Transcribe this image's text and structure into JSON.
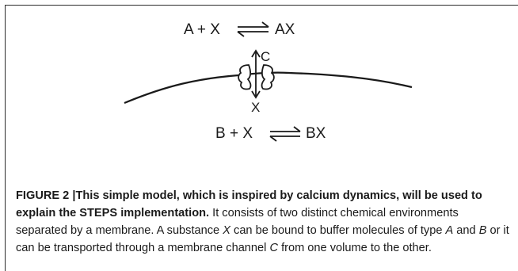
{
  "diagram": {
    "top_reaction": {
      "left": "A + X",
      "right": "AX"
    },
    "bottom_reaction": {
      "left": "B + X",
      "right": "BX"
    },
    "channel_label": "C",
    "substance_label": "X"
  },
  "caption": {
    "figure_label": "FIGURE 2 |",
    "title": "This simple model, which is inspired by calcium dynamics, will be used to explain the STEPS implementation.",
    "body_1": " It consists of two distinct chemical environments separated by a membrane. A substance ",
    "var_x": "X",
    "body_2": " can be bound to buffer molecules of type ",
    "var_a": "A",
    "body_3": " and ",
    "var_b": "B",
    "body_4": " or it can be transported through a membrane channel ",
    "var_c": "C",
    "body_5": " from one volume to the other."
  }
}
